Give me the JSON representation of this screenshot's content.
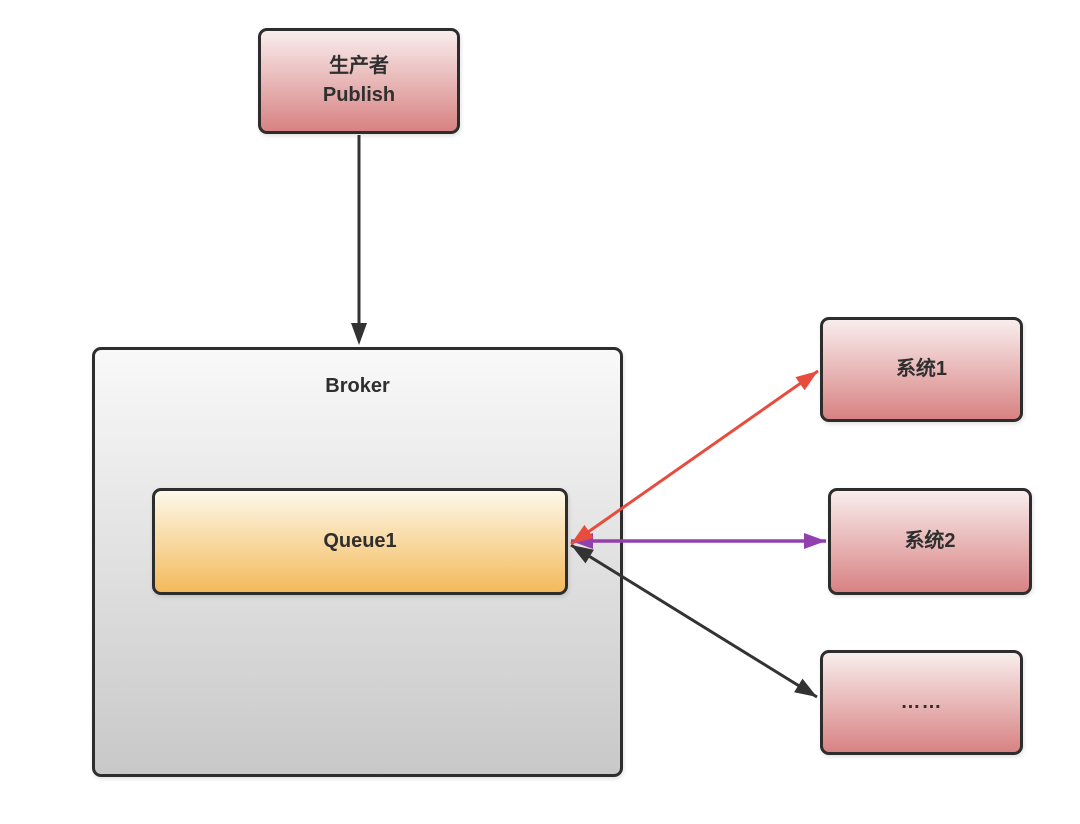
{
  "diagram": {
    "producer": {
      "line1": "生产者",
      "line2": "Publish"
    },
    "broker": {
      "label": "Broker"
    },
    "queue": {
      "label": "Queue1"
    },
    "system1": {
      "label": "系统1"
    },
    "system2": {
      "label": "系统2"
    },
    "more": {
      "label": "……"
    }
  },
  "colors": {
    "border": "#2d2d2d",
    "black_arrow": "#333333",
    "red_arrow": "#e74c3c",
    "purple_arrow": "#9240ad",
    "pink_box_top": "#f9eded",
    "pink_box_bottom": "#d88282",
    "orange_box_top": "#fdf8e9",
    "orange_box_bottom": "#f3ba5b",
    "gray_box_top": "#f9f9f9",
    "gray_box_bottom": "#c8c8c8"
  },
  "edges": {
    "publish": {
      "from": "producer",
      "to": "broker",
      "heads": "end",
      "color": "#333333"
    },
    "red": {
      "from": "queue",
      "to": "system1",
      "heads": "both",
      "color": "#e74c3c"
    },
    "purple": {
      "from": "queue",
      "to": "system2",
      "heads": "both",
      "color": "#9240ad"
    },
    "black": {
      "from": "queue",
      "to": "more",
      "heads": "both",
      "color": "#333333"
    }
  }
}
